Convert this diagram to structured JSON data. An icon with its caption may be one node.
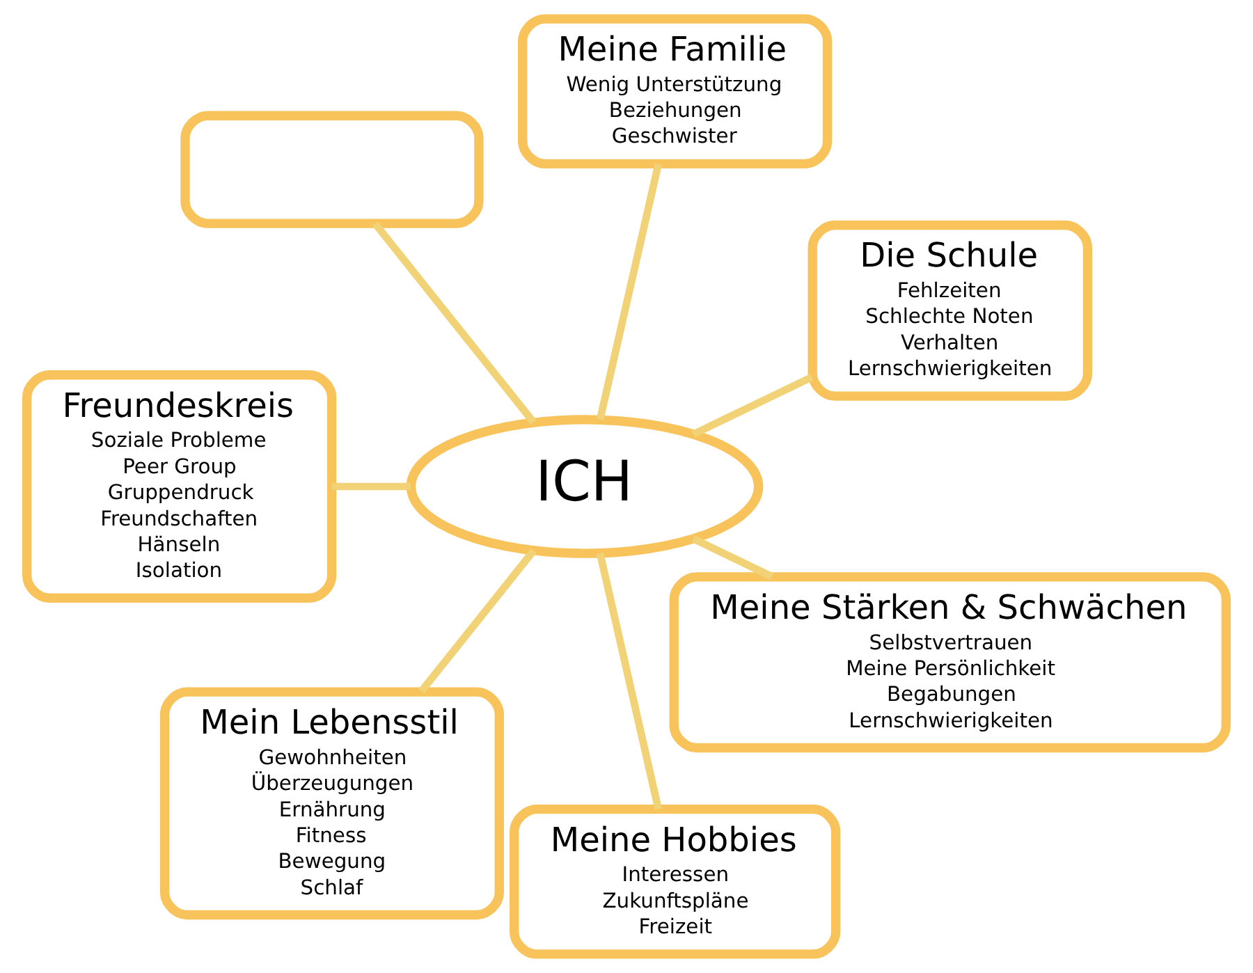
{
  "diagram": {
    "nodes": [
      {
        "text": [
          "Die Schule",
          "Fehlzeiten",
          "Schlechte Noten",
          "Verhalten",
          "Lernschwierigkeiten"
        ]
      },
      {
        "text": [
          "Meine Familie",
          "Wenig Unterstützung",
          "Beziehungen",
          "Geschwister"
        ]
      },
      {
        "text": [],
        "shape": "box"
      },
      {
        "text": [
          "Freundeskreis",
          "Soziale Probleme",
          "Peer Group",
          "Gruppendruck",
          "Freundschaften",
          "Hänseln",
          "Isolation"
        ]
      },
      {
        "text": [
          "ICH"
        ]
      },
      {
        "text": [
          "Mein Lebensstil",
          "Gewohnheiten",
          "Überzeugungen",
          "Ernährung",
          "Fitness",
          "Bewegung",
          "Schlaf"
        ]
      },
      {
        "text": [
          "Meine Hobbies",
          "Interessen",
          "Zukunftspläne",
          "Freizeit"
        ]
      },
      {
        "text": [
          "Meine Stärken & Schwächen",
          "Selbstvertrauen",
          "Meine Persönlichkeit",
          "Begabungen",
          "Lernschwierigkeiten"
        ]
      }
    ],
    "edges": [
      {
        "from": 4,
        "to": 0,
        "arrow": "none"
      },
      {
        "from": 4,
        "to": 1,
        "arrow": "none"
      },
      {
        "from": 4,
        "to": 2,
        "arrow": "none"
      },
      {
        "from": 4,
        "to": 3,
        "arrow": "none"
      },
      {
        "from": 4,
        "to": 6,
        "arrow": "none"
      },
      {
        "from": 4,
        "to": 7,
        "arrow": "none"
      },
      {
        "from": 4,
        "to": 5,
        "arrow": "none"
      }
    ]
  }
}
